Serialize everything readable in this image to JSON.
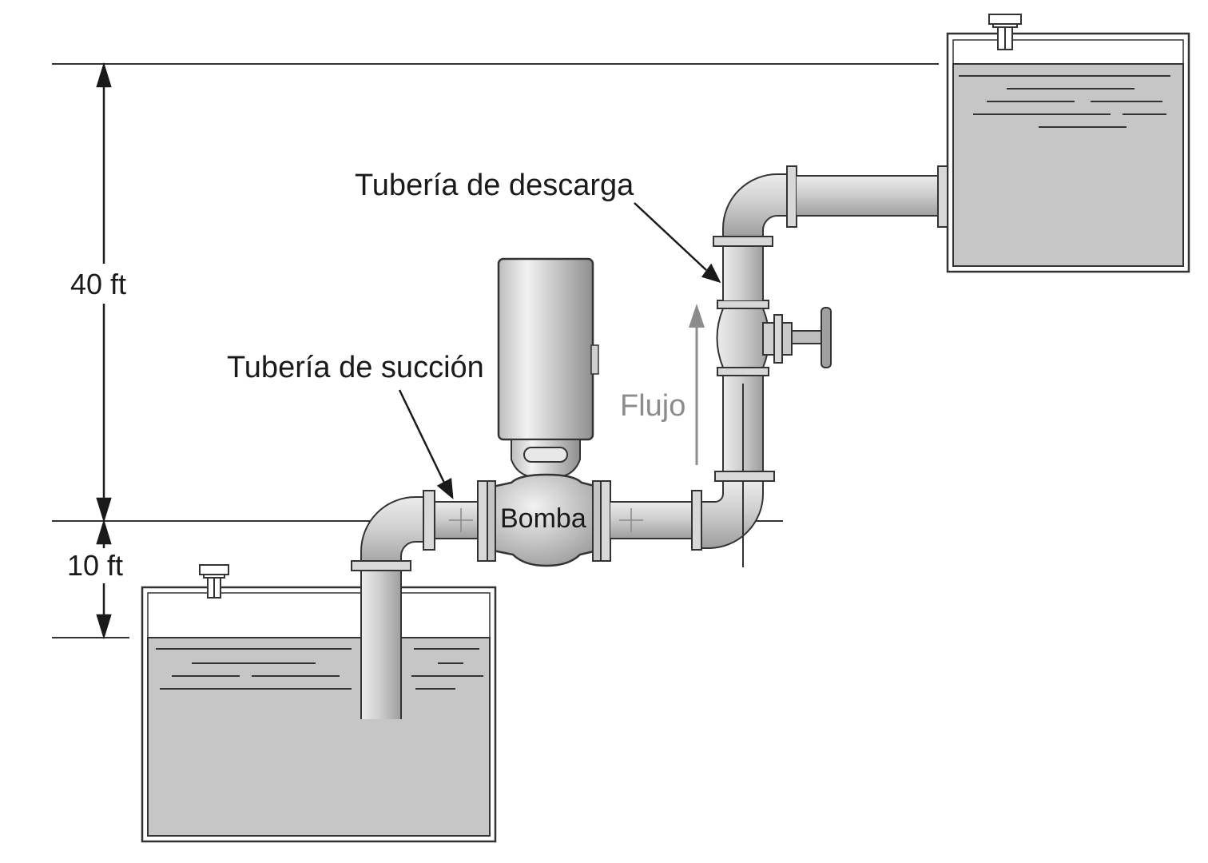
{
  "labels": {
    "discharge_pipe": "Tubería de descarga",
    "suction_pipe": "Tubería de succión",
    "pump": "Bomba",
    "flow": "Flujo",
    "height_upper": "40 ft",
    "height_lower": "10 ft"
  },
  "colors": {
    "fluid": "#c6c6c6",
    "outline": "#333333",
    "pipe_light": "#e4e4e4",
    "pipe_dark": "#a8a8a8",
    "flow_arrow": "#8c8c8c"
  }
}
